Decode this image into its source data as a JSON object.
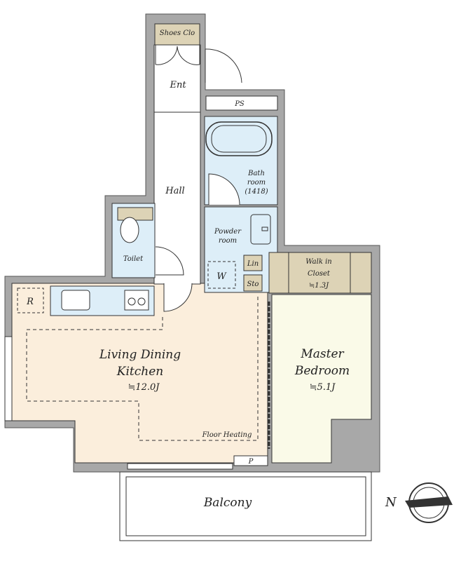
{
  "rooms": {
    "shoes": "Shoes Clo",
    "ent": "Ent",
    "ps": "PS",
    "hall": "Hall",
    "bath": [
      "Bath",
      "room",
      "(1418)"
    ],
    "powder": [
      "Powder",
      "room"
    ],
    "washer": "W",
    "linen": "Lin",
    "storage": "Sto",
    "toilet": "Toilet",
    "walkin": [
      "Walk in",
      "Closet",
      "≒1.3J"
    ],
    "refrigerator": "R",
    "ldk": [
      "Living Dining",
      "Kitchen",
      "≒12.0J"
    ],
    "floor_heating": "Floor Heating",
    "master": [
      "Master",
      "Bedroom",
      "≒5.1J"
    ],
    "pipe": "P",
    "balcony": "Balcony"
  },
  "compass": {
    "label": "N"
  },
  "colors": {
    "wall": "#a8a8a8",
    "wet": "#ddeef8",
    "storage": "#ddd3b6",
    "ldk": "#fbeedc",
    "bedroom": "#fafae8"
  }
}
